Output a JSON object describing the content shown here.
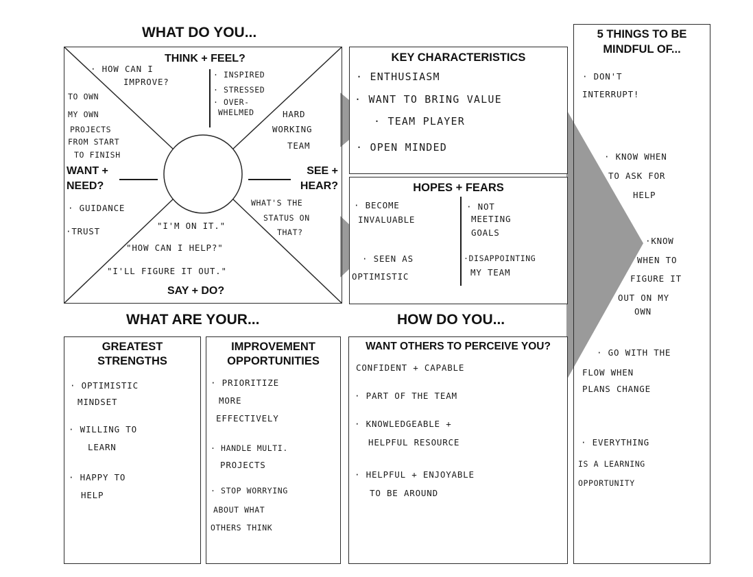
{
  "headings": {
    "what_do_you": "WHAT DO YOU...",
    "what_are_your": "WHAT ARE YOUR...",
    "how_do_you": "HOW DO YOU..."
  },
  "empathy_map": {
    "think_feel": {
      "label": "THINK + FEEL?",
      "left": [
        "· HOW CAN I",
        "IMPROVE?"
      ],
      "right": [
        "· INSPIRED",
        "· STRESSED",
        "· OVER-",
        "WHELMED"
      ]
    },
    "want_need": {
      "label_1": "WANT +",
      "label_2": "NEED?",
      "upper": [
        "TO OWN",
        "MY OWN",
        "PROJECTS",
        "FROM START",
        "TO FINISH"
      ],
      "lower_1": "· GUIDANCE",
      "lower_2": "·TRUST"
    },
    "see_hear": {
      "label_1": "SEE +",
      "label_2": "HEAR?",
      "upper": [
        "HARD",
        "WORKING",
        "TEAM"
      ],
      "lower": [
        "WHAT'S THE",
        "STATUS ON",
        "THAT?"
      ]
    },
    "say_do": {
      "label": "SAY + DO?",
      "quote_1": "\"I'M ON IT.\"",
      "quote_2": "\"HOW CAN I HELP?\"",
      "quote_3": "\"I'll FIGURE IT OUT.\""
    }
  },
  "key_characteristics": {
    "title": "KEY CHARACTERISTICS",
    "items": [
      "· ENTHUSIASM",
      "· WANT TO BRING VALUE",
      "· TEAM PLAYER",
      "· OPEN MINDED"
    ]
  },
  "hopes_fears": {
    "title": "HOPES + FEARS",
    "hopes": [
      "· BECOME",
      "INVALUABLE",
      "· SEEN AS",
      "OPTIMISTIC"
    ],
    "fears": [
      "· NOT",
      "MEETING",
      "GOALS",
      "·DISAPPOINTING",
      "MY TEAM"
    ]
  },
  "mindful": {
    "title_1": "5 THINGS TO BE",
    "title_2": "MINDFUL OF...",
    "item_1": [
      "· DON'T",
      "INTERRUPT!"
    ],
    "item_2": [
      "· KNOW WHEN",
      "TO ASK FOR",
      "HELP"
    ],
    "item_3": [
      "·KNOW",
      "WHEN TO",
      "FIGURE IT",
      "OUT ON MY",
      "OWN"
    ],
    "item_4": [
      "· GO WITH THE",
      "FLOW WHEN",
      "PLANS CHANGE"
    ],
    "item_5": [
      "· EVERYTHING",
      "IS A LEARNING",
      "OPPORTUNITY"
    ]
  },
  "strengths": {
    "title_1": "GREATEST",
    "title_2": "STRENGTHS",
    "lines": [
      "· OPTIMISTIC",
      "MINDSET",
      "· WILLING TO",
      "LEARN",
      "· HAPPY TO",
      "HELP"
    ]
  },
  "improvement": {
    "title_1": "IMPROVEMENT",
    "title_2": "OPPORTUNITIES",
    "lines": [
      "· PRIORITIZE",
      "MORE",
      "EFFECTIVELY",
      "· HANDLE MULTI.",
      "PROJECTS",
      "· STOP WORRYING",
      "ABOUT WHAT",
      "OTHERS THINK"
    ]
  },
  "perceive": {
    "title": "WANT OTHERS TO PERCEIVE YOU?",
    "lines": [
      "CONFIDENT + CAPABLE",
      "· PART OF THE TEAM",
      "· KNOWLEDGEABLE +",
      "HELPFUL RESOURCE",
      "· HELPFUL + ENJOYABLE",
      "TO BE AROUND"
    ]
  },
  "colors": {
    "arrow": "#9a9a9a",
    "line": "#2a2a2a"
  }
}
